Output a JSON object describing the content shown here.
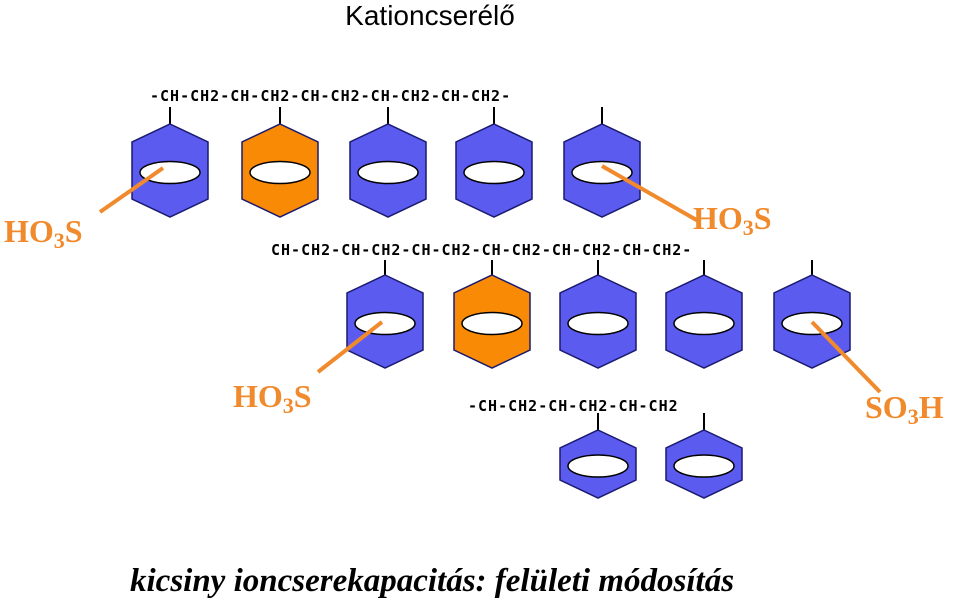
{
  "title": "Kationcserélő",
  "caption": "kicsiny ioncserekapacitás: felületi módosítás",
  "chains": {
    "top": "-CH-CH2-CH-CH2-CH-CH2-CH-CH2-CH-CH2-",
    "middle": "CH-CH2-CH-CH2-CH-CH2-CH-CH2-CH-CH2-CH-CH2-",
    "bottom": "-CH-CH2-CH-CH2-CH-CH2"
  },
  "labels": {
    "left_top": {
      "main": "HO",
      "sub": "3",
      "end": "S"
    },
    "right_top": {
      "main": "HO",
      "sub": "3",
      "end": "S"
    },
    "left_mid": {
      "main": "HO",
      "sub": "3",
      "end": "S"
    },
    "right_mid": {
      "main": "SO",
      "sub": "3",
      "end": "H"
    }
  },
  "colors": {
    "blue": "#5b5bf0",
    "orange": "#f98a05",
    "label": "#f08a2c"
  }
}
